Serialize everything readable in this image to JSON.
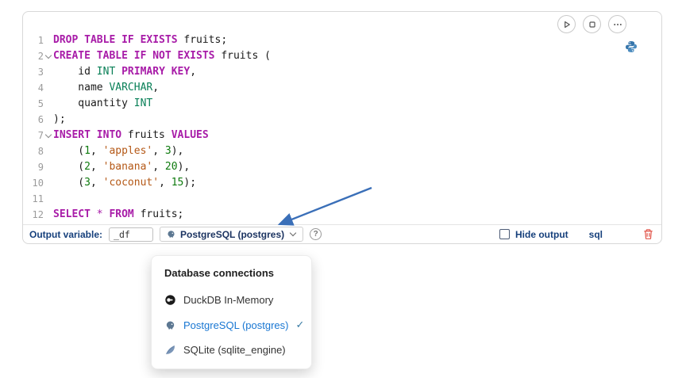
{
  "editor": {
    "lines": [
      {
        "num": "1",
        "fold": false,
        "tokens": [
          [
            "kw",
            "DROP TABLE IF EXISTS"
          ],
          [
            "pl",
            " fruits;"
          ]
        ]
      },
      {
        "num": "2",
        "fold": true,
        "tokens": [
          [
            "kw",
            "CREATE TABLE IF NOT EXISTS"
          ],
          [
            "pl",
            " fruits ("
          ]
        ]
      },
      {
        "num": "3",
        "fold": false,
        "tokens": [
          [
            "pl",
            "    id "
          ],
          [
            "ty",
            "INT"
          ],
          [
            "pl",
            " "
          ],
          [
            "kw",
            "PRIMARY KEY"
          ],
          [
            "pl",
            ","
          ]
        ]
      },
      {
        "num": "4",
        "fold": false,
        "tokens": [
          [
            "pl",
            "    name "
          ],
          [
            "ty",
            "VARCHAR"
          ],
          [
            "pl",
            ","
          ]
        ]
      },
      {
        "num": "5",
        "fold": false,
        "tokens": [
          [
            "pl",
            "    quantity "
          ],
          [
            "ty",
            "INT"
          ]
        ]
      },
      {
        "num": "6",
        "fold": false,
        "tokens": [
          [
            "pl",
            ");"
          ]
        ]
      },
      {
        "num": "7",
        "fold": true,
        "tokens": [
          [
            "kw",
            "INSERT INTO"
          ],
          [
            "pl",
            " fruits "
          ],
          [
            "kw",
            "VALUES"
          ]
        ]
      },
      {
        "num": "8",
        "fold": false,
        "tokens": [
          [
            "pl",
            "    ("
          ],
          [
            "nm",
            "1"
          ],
          [
            "pl",
            ", "
          ],
          [
            "st",
            "'apples'"
          ],
          [
            "pl",
            ", "
          ],
          [
            "nm",
            "3"
          ],
          [
            "pl",
            "),"
          ]
        ]
      },
      {
        "num": "9",
        "fold": false,
        "tokens": [
          [
            "pl",
            "    ("
          ],
          [
            "nm",
            "2"
          ],
          [
            "pl",
            ", "
          ],
          [
            "st",
            "'banana'"
          ],
          [
            "pl",
            ", "
          ],
          [
            "nm",
            "20"
          ],
          [
            "pl",
            "),"
          ]
        ]
      },
      {
        "num": "10",
        "fold": false,
        "tokens": [
          [
            "pl",
            "    ("
          ],
          [
            "nm",
            "3"
          ],
          [
            "pl",
            ", "
          ],
          [
            "st",
            "'coconut'"
          ],
          [
            "pl",
            ", "
          ],
          [
            "nm",
            "15"
          ],
          [
            "pl",
            ");"
          ]
        ]
      },
      {
        "num": "11",
        "fold": false,
        "tokens": []
      },
      {
        "num": "12",
        "fold": false,
        "tokens": [
          [
            "kw",
            "SELECT"
          ],
          [
            "pl",
            " "
          ],
          [
            "op",
            "*"
          ],
          [
            "pl",
            " "
          ],
          [
            "kw",
            "FROM"
          ],
          [
            "pl",
            " fruits;"
          ]
        ]
      }
    ]
  },
  "actions": {
    "icons": [
      "play-icon",
      "stop-icon",
      "ellipsis-icon"
    ],
    "kernel_icon": "python-icon"
  },
  "footer": {
    "output_variable_label": "Output variable:",
    "output_variable_value": "_df",
    "connection_label": "PostgreSQL (postgres)",
    "connection_icon": "postgres-icon",
    "help_icon": "question-mark-icon",
    "help_glyph": "?",
    "hide_output_label": "Hide output",
    "hide_output_checked": false,
    "language_label": "sql",
    "delete_icon": "trash-icon"
  },
  "connection_menu": {
    "header": "Database connections",
    "items": [
      {
        "key": "duckdb",
        "icon": "duckdb-icon",
        "label": "DuckDB In-Memory",
        "selected": false
      },
      {
        "key": "postgres",
        "icon": "postgres-icon",
        "label": "PostgreSQL (postgres)",
        "selected": true
      },
      {
        "key": "sqlite",
        "icon": "sqlite-icon",
        "label": "SQLite (sqlite_engine)",
        "selected": false
      }
    ],
    "checkmark_glyph": "✓"
  },
  "accent_colors": {
    "keyword": "#a81ca8",
    "type": "#0a8058",
    "number": "#0e7a0e",
    "string": "#b45816",
    "selected_connection": "#1876d2",
    "annotation_arrow": "#3a6fb8",
    "trash": "#e2574c"
  }
}
